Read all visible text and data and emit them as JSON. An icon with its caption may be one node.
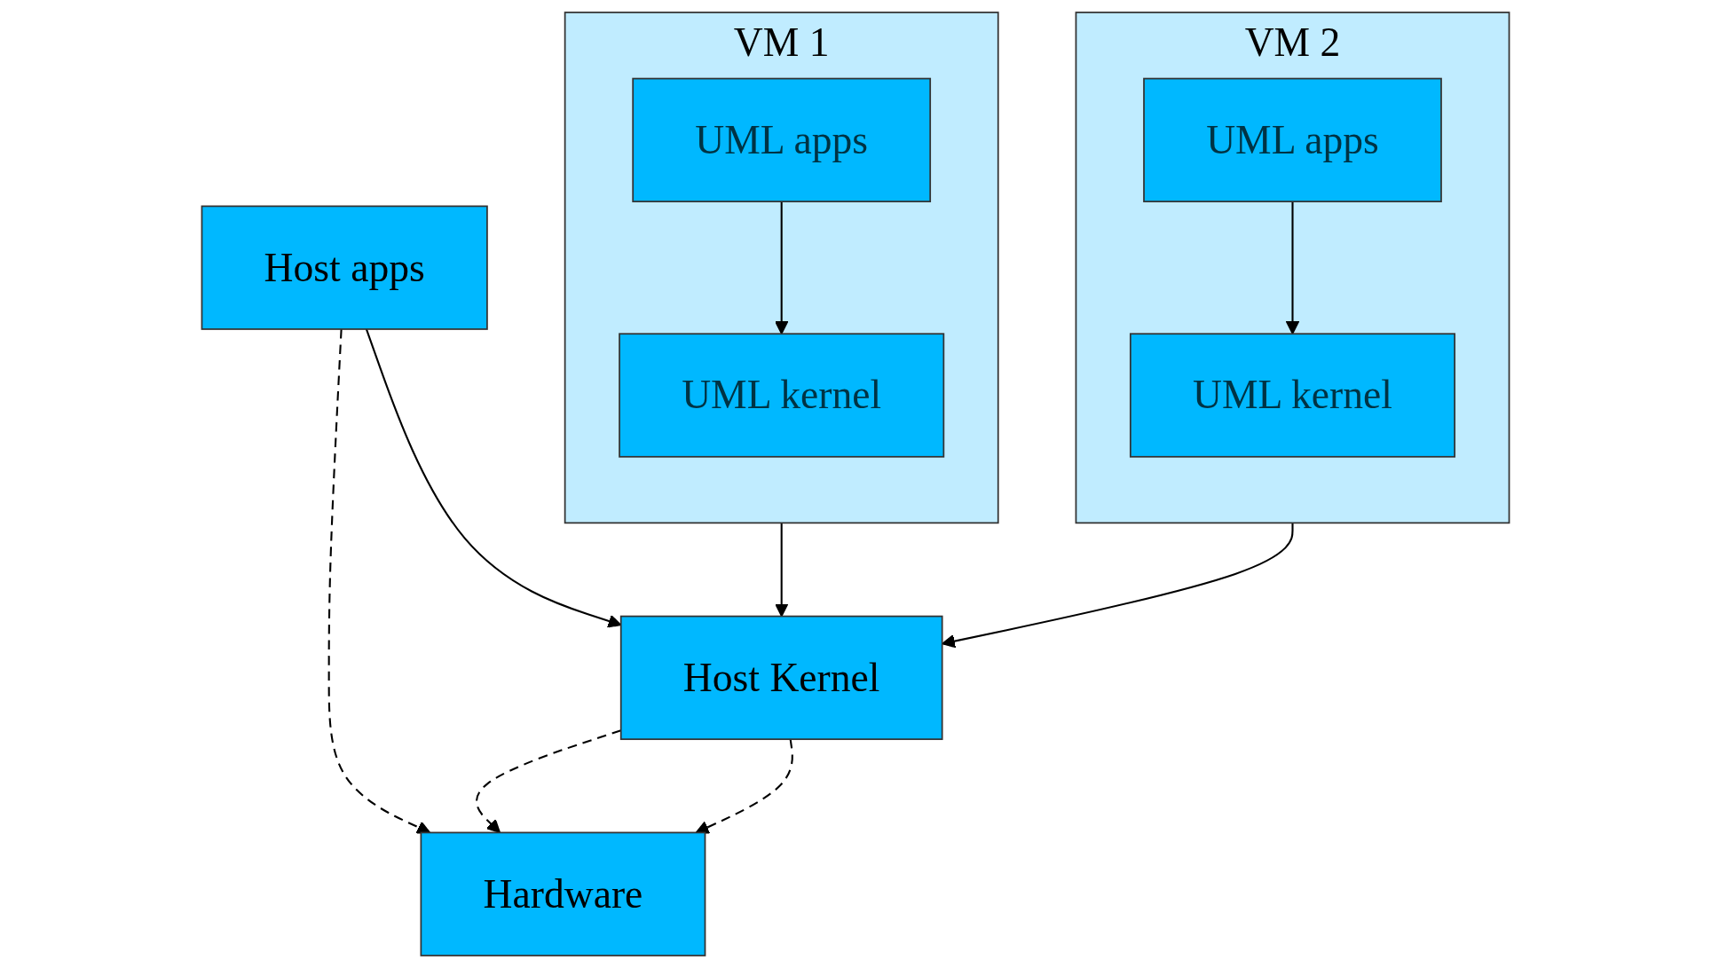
{
  "diagram": {
    "nodes": [
      {
        "text": [
          "VM 1"
        ]
      },
      {
        "text": [
          "UML apps"
        ],
        "in": 0
      },
      {
        "text": [
          "UML kernel"
        ],
        "in": 0
      },
      {
        "text": [
          "VM 2"
        ]
      },
      {
        "text": [
          "UML apps"
        ],
        "in": 3
      },
      {
        "text": [
          "UML kernel"
        ],
        "in": 3
      },
      {
        "text": [
          "Host apps"
        ]
      },
      {
        "text": [
          "Host Kernel"
        ]
      },
      {
        "text": [
          "Hardware"
        ]
      }
    ],
    "edges": [
      {
        "from": 1,
        "to": 2,
        "arrow": "to"
      },
      {
        "from": 4,
        "to": 5,
        "arrow": "to"
      },
      {
        "from": 6,
        "to": 7,
        "arrow": "to"
      },
      {
        "from": 0,
        "to": 7,
        "arrow": "to"
      },
      {
        "from": 3,
        "to": 7,
        "arrow": "to"
      },
      {
        "from": 6,
        "to": 8,
        "arrow": "to",
        "style": "dashed"
      },
      {
        "from": 7,
        "to": 8,
        "arrow": "to",
        "style": "dashed"
      },
      {
        "from": 7,
        "to": 8,
        "arrow": "to",
        "style": "dashed"
      }
    ]
  }
}
